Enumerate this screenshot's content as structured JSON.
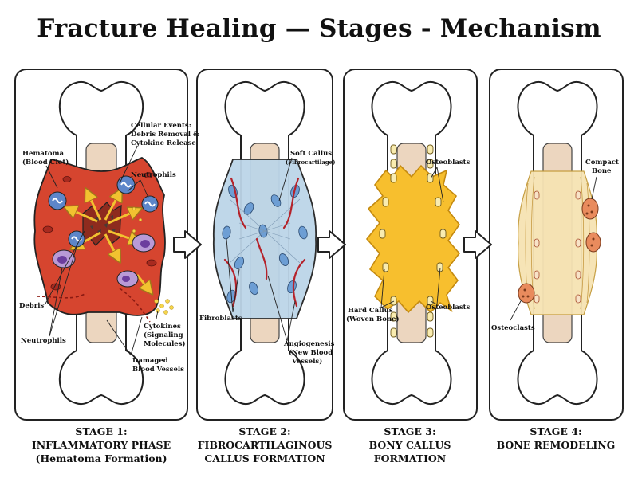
{
  "title": "Fracture Healing — Stages - Mechanism",
  "stages": [
    {
      "line1": "STAGE 1:",
      "line2": "INFLAMMATORY PHASE",
      "line3": "(Hematoma Formation)",
      "labels": {
        "cellular_1": "Cellular Events:",
        "cellular_2": "Debris Removal &",
        "cellular_3": "Cytokine Release",
        "hematoma_1": "Hematoma",
        "hematoma_2": "(Blood Clot)",
        "neutrophils_top": "Neutrophils",
        "debris": "Debris",
        "neutrophils_bottom": "Neutrophils",
        "cytokines_1": "Cytokines",
        "cytokines_2": "(Signaling",
        "cytokines_3": "Molecules)",
        "vessels_1": "Damaged",
        "vessels_2": "Blood Vessels"
      }
    },
    {
      "line1": "STAGE 2:",
      "line2": "FIBROCARTILAGINOUS",
      "line3": "CALLUS FORMATION",
      "labels": {
        "soft_1": "Soft Callus",
        "soft_2": "(Fibrocartilage)",
        "fibroblasts": "Fibroblasts",
        "angio_1": "Angiogenesis",
        "angio_2": "(New Blood",
        "angio_3": "Vessels)"
      }
    },
    {
      "line1": "STAGE 3:",
      "line2": "BONY CALLUS",
      "line3": "FORMATION",
      "labels": {
        "osteoblasts_top": "Osteoblasts",
        "osteoblasts_bottom": "Osteoblasts",
        "hard_1": "Hard Callus",
        "hard_2": "(Woven Bone)"
      }
    },
    {
      "line1": "STAGE 4:",
      "line2": "BONE REMODELING",
      "line3": "",
      "labels": {
        "compact_1": "Compact",
        "compact_2": "Bone",
        "osteoclasts": "Osteoclasts"
      }
    }
  ],
  "colors": {
    "bone_fill": "#ffffff",
    "marrow": "#ecd6bf",
    "hematoma": "#d6452f",
    "soft_callus": "#bcd5e8",
    "hard_callus": "#f7bf2e",
    "remodeled": "#f6e3b3",
    "vessel": "#b5222a",
    "outline": "#222222"
  }
}
